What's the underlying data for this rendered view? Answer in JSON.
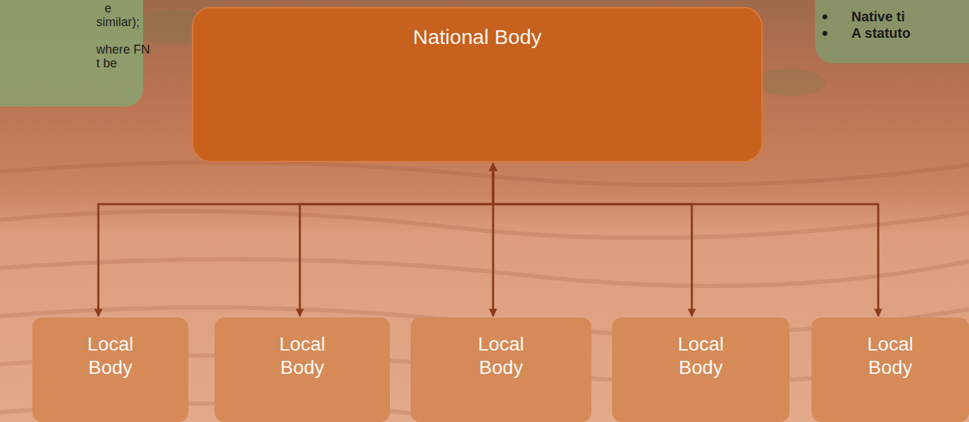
{
  "diagram": {
    "nodes": [
      {
        "text": [
          "e",
          "similar);",
          "where FN",
          "t be"
        ]
      },
      {
        "text": [
          "National Body"
        ]
      },
      {
        "text": [
          "Native ti",
          "A statuto"
        ]
      },
      {
        "text": [
          "Local Body"
        ]
      },
      {
        "text": [
          "Local Body"
        ]
      },
      {
        "text": [
          "Local Body"
        ]
      },
      {
        "text": [
          "Local Body"
        ]
      },
      {
        "text": [
          "Local Body"
        ]
      }
    ],
    "edges": [
      {
        "from": 1,
        "to": 3,
        "arrow": "both"
      },
      {
        "from": 1,
        "to": 4,
        "arrow": "both"
      },
      {
        "from": 1,
        "to": 5,
        "arrow": "both"
      },
      {
        "from": 1,
        "to": 6,
        "arrow": "both"
      },
      {
        "from": 1,
        "to": 7,
        "arrow": "both"
      }
    ]
  }
}
